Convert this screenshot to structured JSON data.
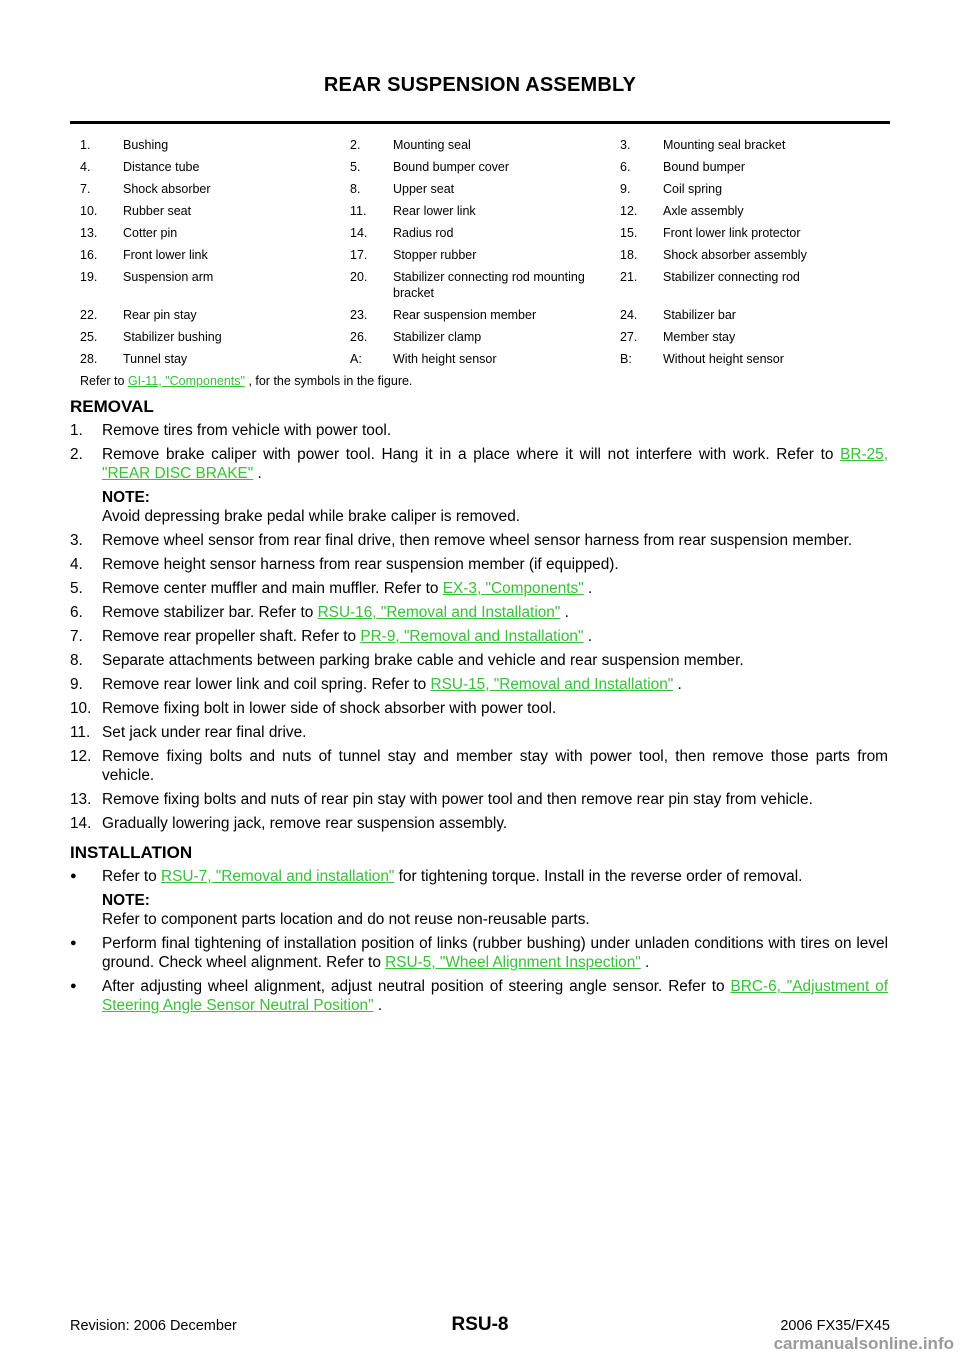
{
  "header": {
    "title": "REAR SUSPENSION ASSEMBLY"
  },
  "legend": {
    "rows": [
      [
        {
          "num": "1.",
          "text": "Bushing"
        },
        {
          "num": "2.",
          "text": "Mounting seal"
        },
        {
          "num": "3.",
          "text": "Mounting seal bracket"
        }
      ],
      [
        {
          "num": "4.",
          "text": "Distance tube"
        },
        {
          "num": "5.",
          "text": "Bound bumper cover"
        },
        {
          "num": "6.",
          "text": "Bound bumper"
        }
      ],
      [
        {
          "num": "7.",
          "text": "Shock absorber"
        },
        {
          "num": "8.",
          "text": "Upper seat"
        },
        {
          "num": "9.",
          "text": "Coil spring"
        }
      ],
      [
        {
          "num": "10.",
          "text": "Rubber seat"
        },
        {
          "num": "11.",
          "text": "Rear lower link"
        },
        {
          "num": "12.",
          "text": "Axle assembly"
        }
      ],
      [
        {
          "num": "13.",
          "text": "Cotter pin"
        },
        {
          "num": "14.",
          "text": "Radius rod"
        },
        {
          "num": "15.",
          "text": "Front lower link protector"
        }
      ],
      [
        {
          "num": "16.",
          "text": "Front lower link"
        },
        {
          "num": "17.",
          "text": "Stopper rubber"
        },
        {
          "num": "18.",
          "text": "Shock absorber assembly"
        }
      ],
      [
        {
          "num": "19.",
          "text": "Suspension arm"
        },
        {
          "num": "20.",
          "text": "Stabilizer connecting rod mounting bracket"
        },
        {
          "num": "21.",
          "text": "Stabilizer connecting rod"
        }
      ],
      [
        {
          "num": "22.",
          "text": "Rear pin stay"
        },
        {
          "num": "23.",
          "text": "Rear suspension member"
        },
        {
          "num": "24.",
          "text": "Stabilizer bar"
        }
      ],
      [
        {
          "num": "25.",
          "text": "Stabilizer bushing"
        },
        {
          "num": "26.",
          "text": "Stabilizer clamp"
        },
        {
          "num": "27.",
          "text": "Member stay"
        }
      ],
      [
        {
          "num": "28.",
          "text": "Tunnel stay"
        },
        {
          "num": "A:",
          "text": "With height sensor"
        },
        {
          "num": "B:",
          "text": "Without height sensor"
        }
      ]
    ],
    "note_prefix": "Refer to ",
    "note_link": "GI-11, \"Components\"",
    "note_suffix": " , for the symbols in the figure."
  },
  "removal": {
    "heading": "REMOVAL",
    "steps": [
      {
        "num": "1.",
        "text": "Remove tires from vehicle with power tool."
      },
      {
        "num": "2.",
        "pre": "Remove brake caliper with power tool. Hang it in a place where it will not interfere with work. Refer to ",
        "link": "BR-25, \"REAR DISC BRAKE\"",
        "post": " ."
      },
      {
        "num": "3.",
        "text": "Remove wheel sensor from rear final drive, then remove wheel sensor harness from rear suspension member."
      },
      {
        "num": "4.",
        "text": "Remove height sensor harness from rear suspension member (if equipped)."
      },
      {
        "num": "5.",
        "pre": "Remove center muffler and main muffler. Refer to ",
        "link": "EX-3, \"Components\"",
        "post": " ."
      },
      {
        "num": "6.",
        "pre": "Remove stabilizer bar. Refer to ",
        "link": "RSU-16, \"Removal and Installation\"",
        "post": " ."
      },
      {
        "num": "7.",
        "pre": "Remove rear propeller shaft. Refer to ",
        "link": "PR-9, \"Removal and Installation\"",
        "post": " ."
      },
      {
        "num": "8.",
        "text": "Separate attachments between parking brake cable and vehicle and rear suspension member."
      },
      {
        "num": "9.",
        "pre": "Remove rear lower link and coil spring. Refer to ",
        "link": "RSU-15, \"Removal and Installation\"",
        "post": " ."
      },
      {
        "num": "10.",
        "text": "Remove fixing bolt in lower side of shock absorber with power tool."
      },
      {
        "num": "11.",
        "text": "Set jack under rear final drive."
      },
      {
        "num": "12.",
        "text": "Remove fixing bolts and nuts of tunnel stay and member stay with power tool, then remove those parts from vehicle."
      },
      {
        "num": "13.",
        "text": "Remove fixing bolts and nuts of rear pin stay with power tool and then remove rear pin stay from vehicle."
      },
      {
        "num": "14.",
        "text": "Gradually lowering jack, remove rear suspension assembly."
      }
    ],
    "note_label": "NOTE:",
    "note_text": "Avoid depressing brake pedal while brake caliper is removed."
  },
  "installation": {
    "heading": "INSTALLATION",
    "b1_pre": "Refer to ",
    "b1_link": "RSU-7, \"Removal and installation\"",
    "b1_post": "  for tightening torque. Install in the reverse order of removal.",
    "note_label": "NOTE:",
    "note_text": "Refer to component parts location and do not reuse non-reusable parts.",
    "b2_pre": "Perform final tightening of installation position of links (rubber bushing) under unladen conditions with tires on level ground. Check wheel alignment. Refer to ",
    "b2_link": "RSU-5, \"Wheel Alignment Inspection\"",
    "b2_post": " .",
    "b3_pre": "After adjusting wheel alignment, adjust neutral position of steering angle sensor. Refer to ",
    "b3_link": "BRC-6, \"Adjustment of Steering Angle Sensor Neutral Position\"",
    "b3_post": " ."
  },
  "footer": {
    "revision": "Revision: 2006 December",
    "page": "RSU-8",
    "model": "2006 FX35/FX45"
  },
  "watermark": "carmanualsonline.info"
}
